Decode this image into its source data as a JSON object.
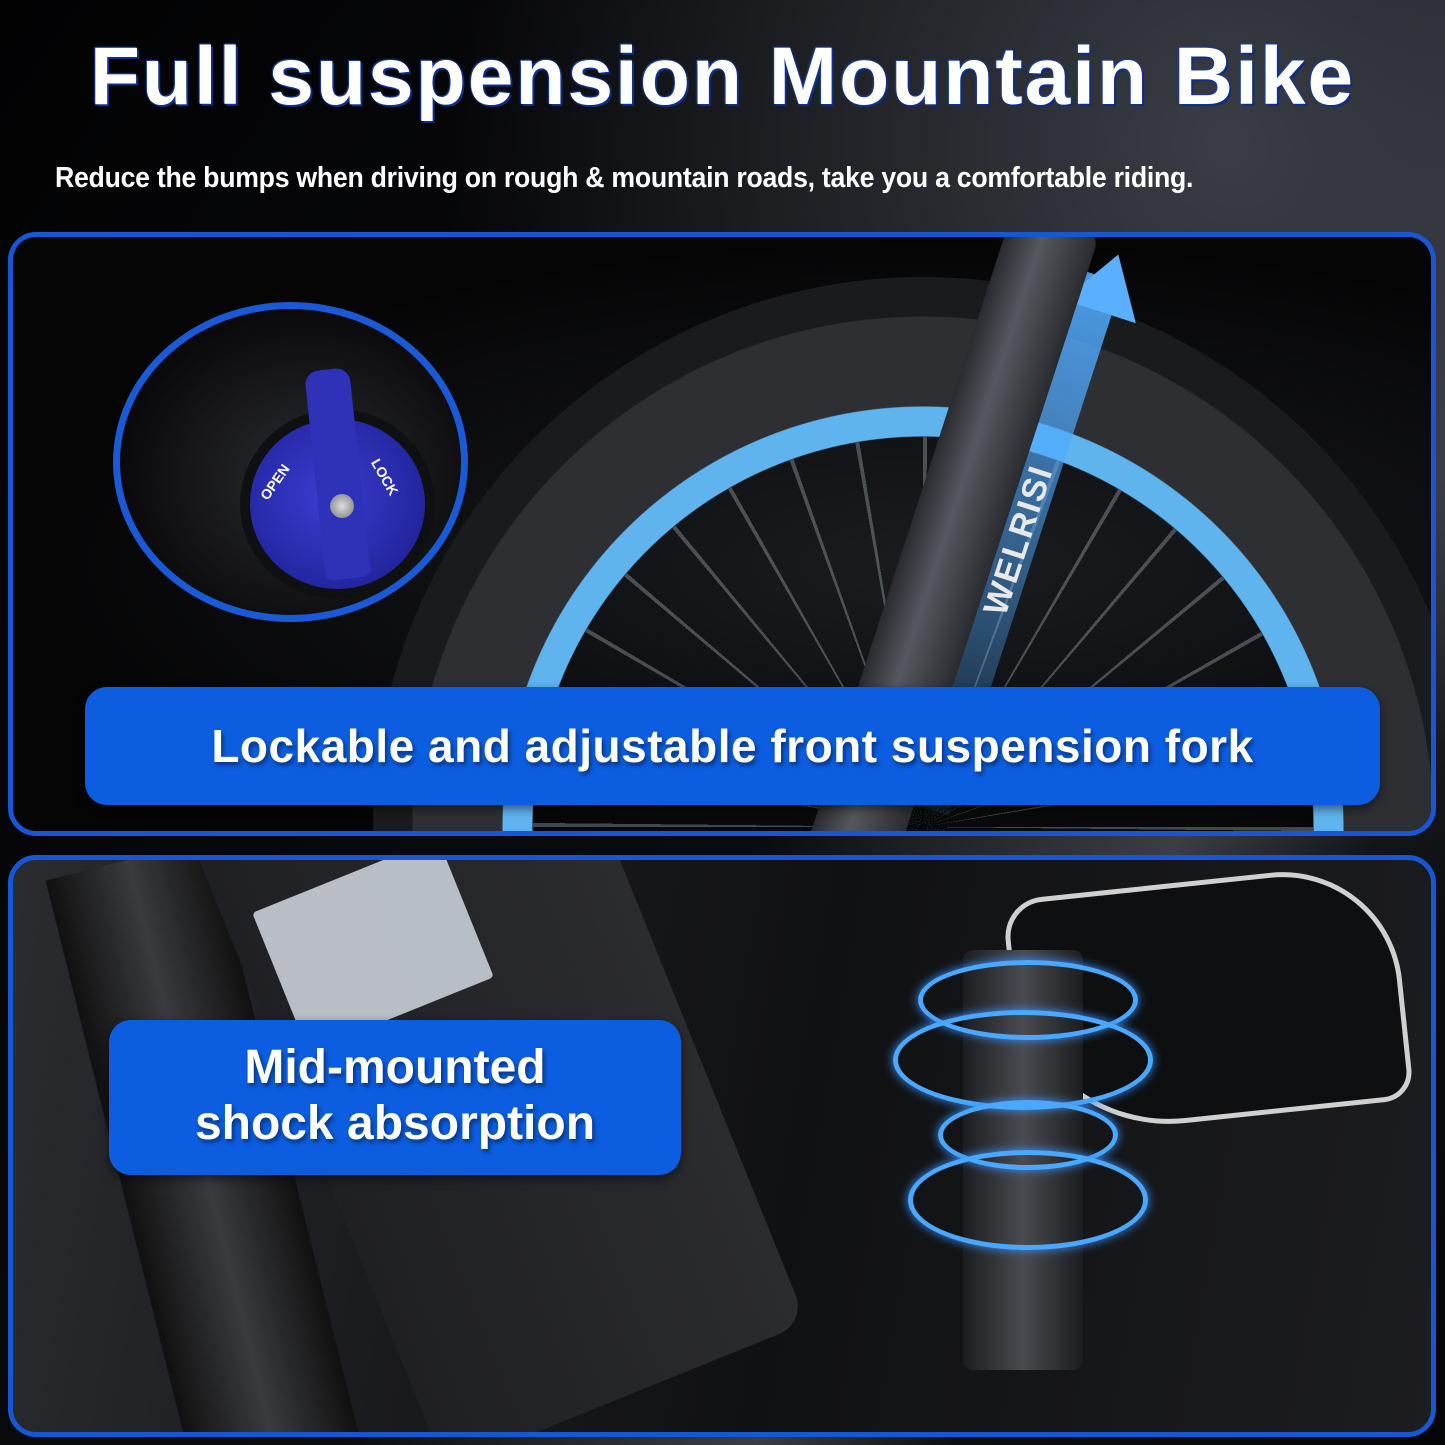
{
  "header": {
    "title": "Full suspension Mountain Bike",
    "subtitle": "Reduce the bumps when driving on rough & mountain roads, take you a comfortable riding."
  },
  "panels": [
    {
      "id": "front-fork",
      "caption": "Lockable and adjustable front suspension fork",
      "inset_dial": {
        "left_label": "OPEN",
        "right_label": "LOCK"
      },
      "fork_logo": "WELRISI"
    },
    {
      "id": "mid-shock",
      "caption_line1": "Mid-mounted",
      "caption_line2": "shock absorption"
    }
  ],
  "colors": {
    "accent_blue": "#1757d6",
    "banner_blue": "#0c5de0",
    "rim_blue": "#5fb4ee",
    "background": "#050608"
  }
}
